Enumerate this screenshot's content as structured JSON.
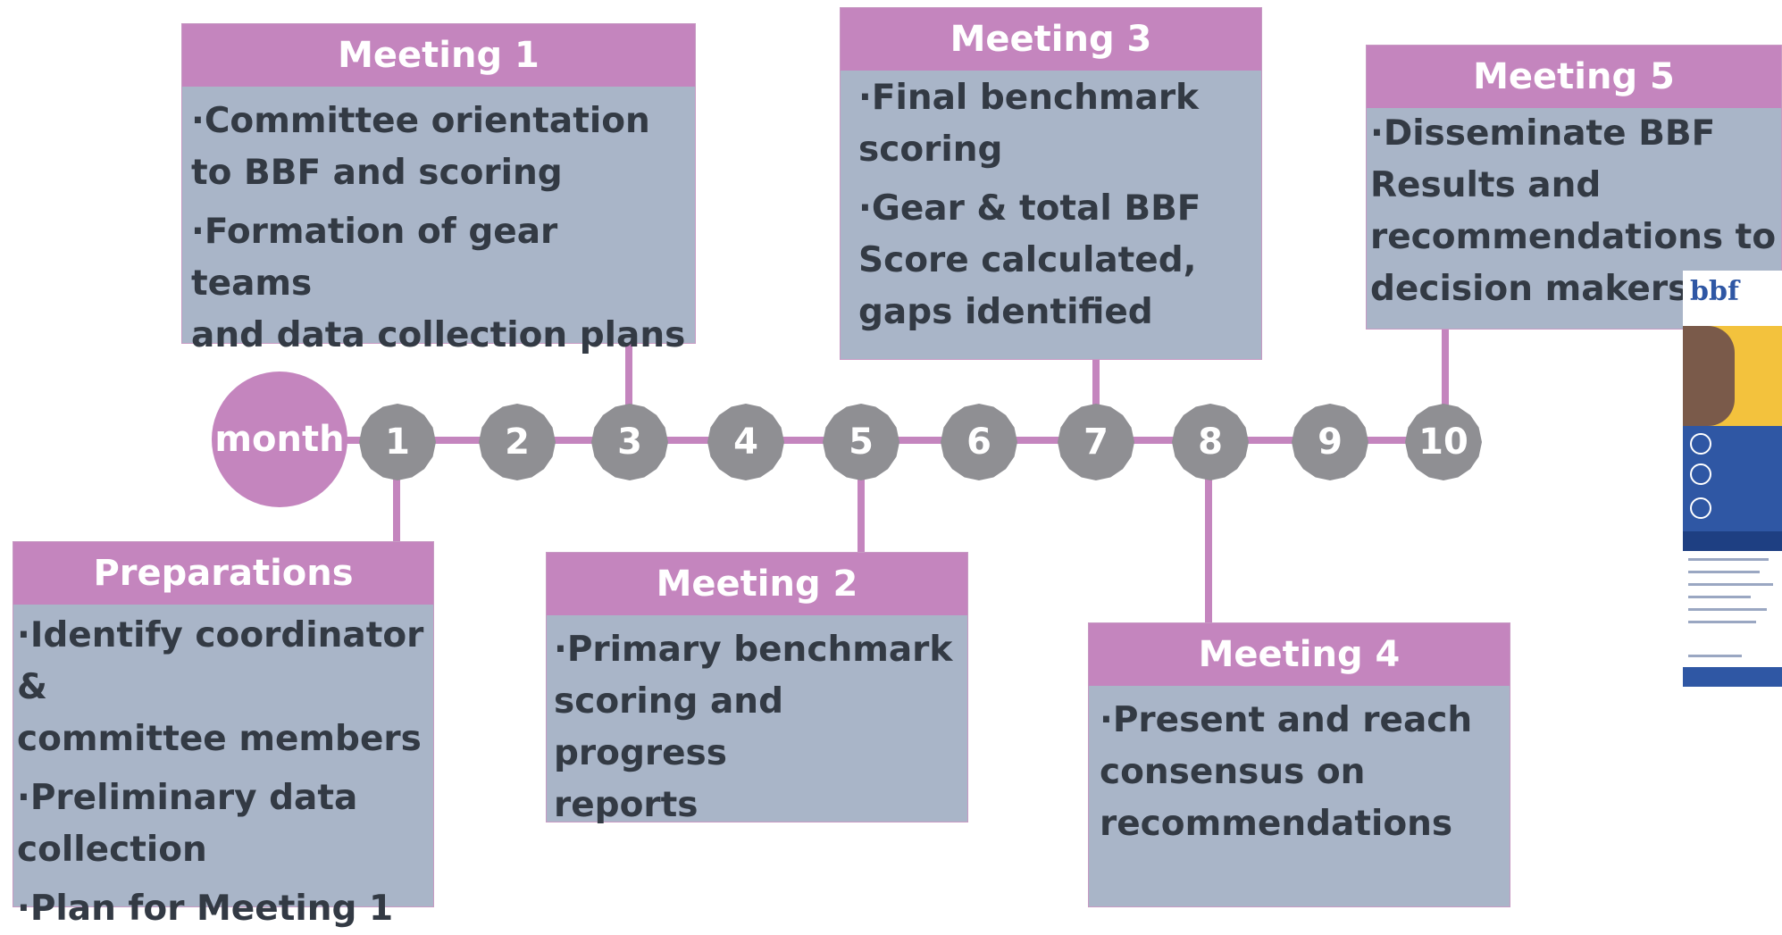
{
  "timeline": {
    "start_label": "month",
    "nodes": [
      "1",
      "2",
      "3",
      "4",
      "5",
      "6",
      "7",
      "8",
      "9",
      "10"
    ]
  },
  "boxes": {
    "meeting1": {
      "title": "Meeting 1",
      "items": [
        "·Committee orientation\n to BBF  and scoring",
        "·Formation of gear teams\n and data collection plans"
      ]
    },
    "meeting3": {
      "title": "Meeting 3",
      "items": [
        "·Final benchmark\n scoring",
        "·Gear & total BBF\n Score calculated,\n gaps identified"
      ]
    },
    "meeting5": {
      "title": "Meeting 5",
      "items": [
        "·Disseminate BBF\n Results and\n recommendations to\n decision makers"
      ]
    },
    "preparations": {
      "title": "Preparations",
      "items": [
        "·Identify coordinator &\n committee members",
        "·Preliminary data\n collection",
        "·Plan for Meeting 1"
      ]
    },
    "meeting2": {
      "title": "Meeting 2",
      "items": [
        "·Primary benchmark\n scoring and progress\n reports"
      ]
    },
    "meeting4": {
      "title": "Meeting 4",
      "items": [
        "·Present and reach\n consensus on\n recommendations"
      ]
    }
  },
  "poster": {
    "logo": "bbf",
    "description": "BBF guide poster thumbnail"
  },
  "colors": {
    "accent_pink": "#c485be",
    "node_gray": "#8f8f93",
    "box_fill": "#a9b5c8",
    "text_dark": "#333a44"
  }
}
